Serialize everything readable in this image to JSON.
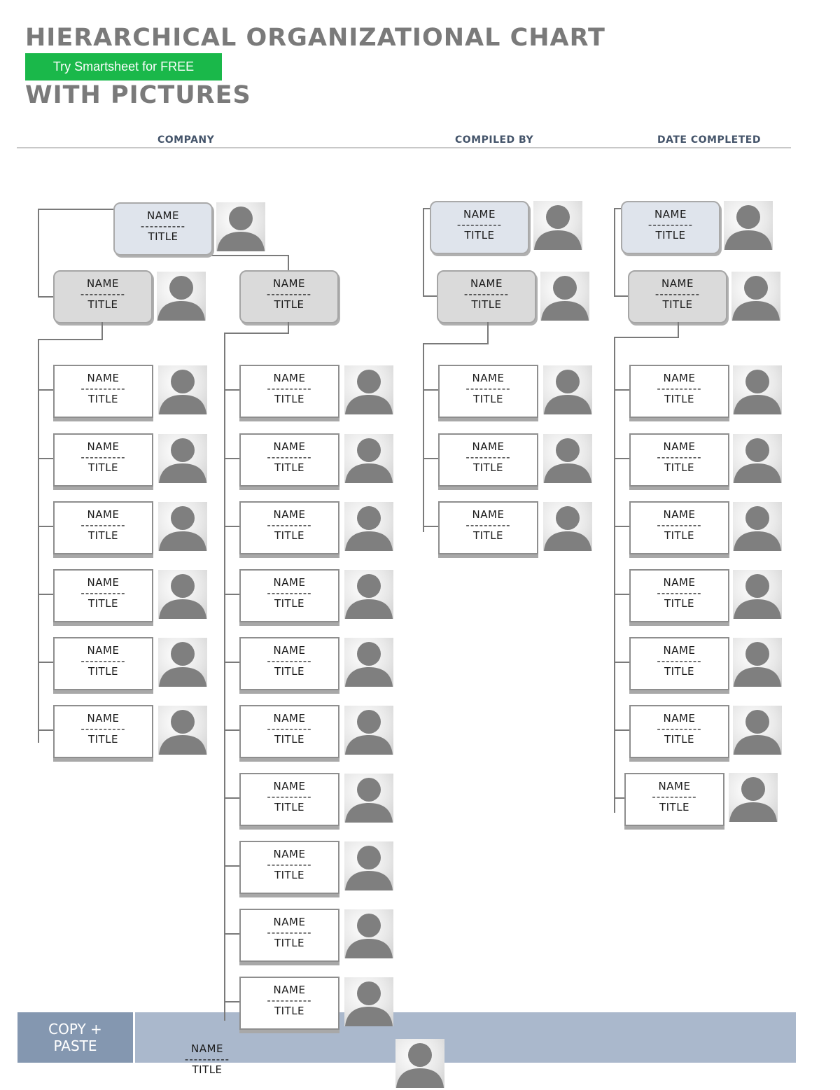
{
  "header": {
    "title_line1": "HIERARCHICAL ORGANIZATIONAL CHART",
    "cta_label": "Try Smartsheet for FREE",
    "title_line2": "WITH PICTURES",
    "fields": [
      "COMPANY",
      "COMPILED BY",
      "DATE COMPLETED"
    ]
  },
  "card": {
    "name_label": "NAME",
    "divider": "----------",
    "title_label": "TITLE",
    "photo_icon": "person-silhouette-icon"
  },
  "copy_paste": {
    "label_line1": "COPY +",
    "label_line2": "PASTE"
  },
  "colors": {
    "title_gray": "#7a7a7a",
    "cta_green": "#1ab84a",
    "header_label": "#44546a",
    "executive_box": "#dfe4ec",
    "manager_box": "#dadada",
    "connector_line": "#7a7a7a",
    "copy_band": "#aab8cc",
    "copy_label_bg": "#8497b0"
  }
}
